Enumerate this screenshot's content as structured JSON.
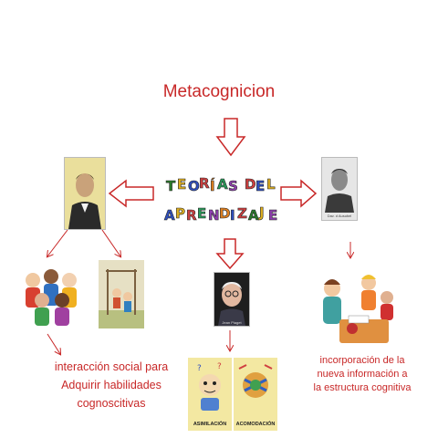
{
  "title": "Metacognicion",
  "logo_text": {
    "line1": "TEORÍAS DEL",
    "line2": "APRENDIZAJE"
  },
  "captions": {
    "left": "interacción social para Adquirir habilidades cognoscitivas",
    "right": "incorporación de la nueva información a la estructura cognitiva"
  },
  "cards": {
    "asimilacion": "ASIMILACIÓN",
    "acomodacion": "ACOMODACIÓN"
  },
  "portrait_captions": {
    "ausubel": "Dav. d Ausubel",
    "piaget": "Jean Piaget"
  },
  "colors": {
    "arrow": "#c82828",
    "text": "#c82828"
  }
}
